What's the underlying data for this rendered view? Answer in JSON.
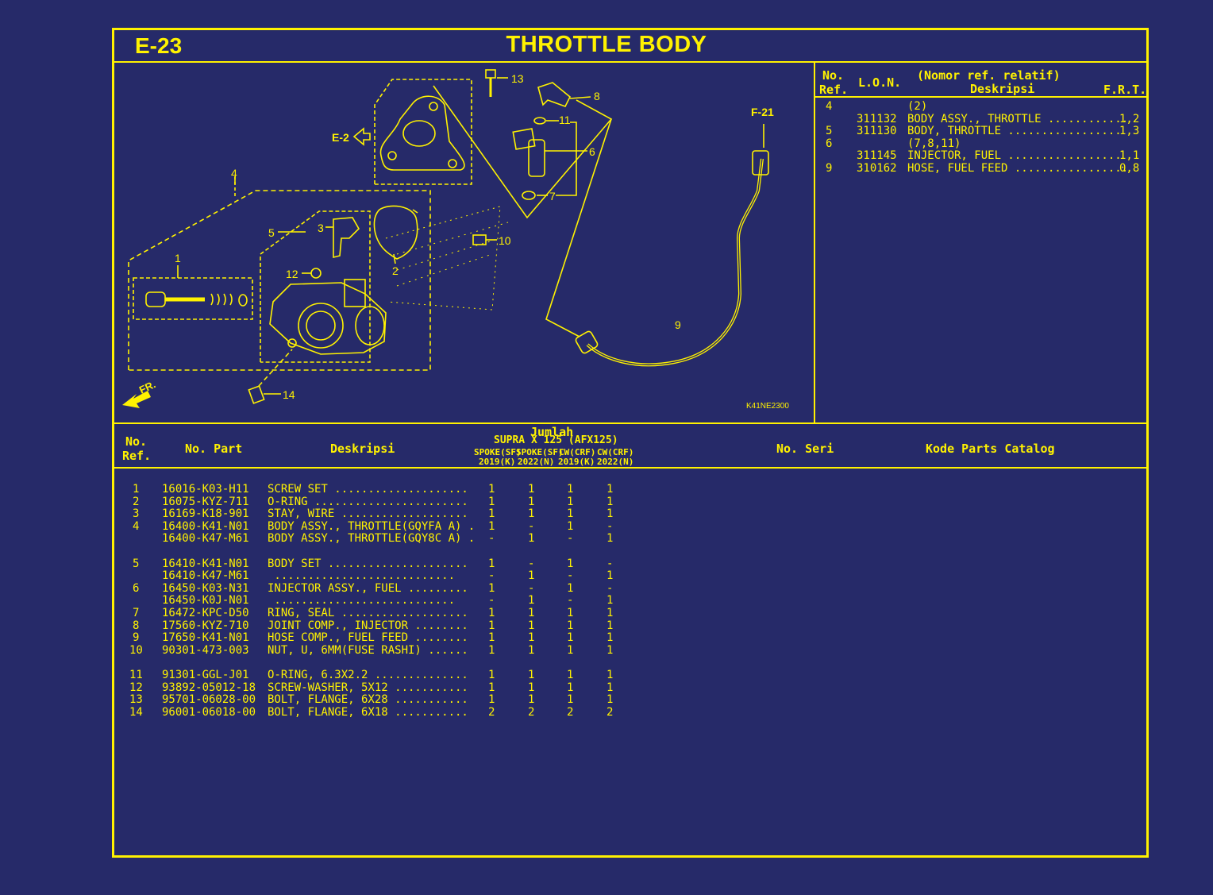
{
  "page_code": "E-23",
  "page_title": "THROTTLE BODY",
  "diagram": {
    "ref_labels": [
      "1",
      "2",
      "3",
      "4",
      "5",
      "6",
      "7",
      "8",
      "9",
      "10",
      "11",
      "12",
      "13",
      "14"
    ],
    "callouts": {
      "e2": "E-2",
      "f21": "F-21",
      "fr": "FR."
    },
    "drawing_code": "K41NE2300"
  },
  "frt_table": {
    "headers": {
      "no_ref_1": "No.",
      "no_ref_2": "Ref.",
      "lon": "L.O.N.",
      "desc_1": "(Nomor ref. relatif)",
      "desc_2": "Deskripsi",
      "frt": "F.R.T."
    },
    "rows": [
      {
        "ref": "4",
        "lon": "",
        "desc": "(2)",
        "frt": ""
      },
      {
        "ref": "",
        "lon": "311132",
        "desc": "BODY ASSY., THROTTLE ............",
        "frt": "1,2"
      },
      {
        "ref": "5",
        "lon": "311130",
        "desc": "BODY, THROTTLE .................",
        "frt": "1,3"
      },
      {
        "ref": "6",
        "lon": "",
        "desc": "(7,8,11)",
        "frt": ""
      },
      {
        "ref": "",
        "lon": "311145",
        "desc": "INJECTOR, FUEL .................",
        "frt": "1,1"
      },
      {
        "ref": "9",
        "lon": "310162",
        "desc": "HOSE, FUEL FEED .................",
        "frt": "0,8"
      }
    ]
  },
  "parts_table": {
    "headers": {
      "no_ref_1": "No.",
      "no_ref_2": "Ref.",
      "part": "No. Part",
      "desc": "Deskripsi",
      "jumlah": "Jumlah",
      "model": "SUPRA X 125 (AFX125)",
      "variants": [
        "SPOKE(SF)",
        "SPOKE(SF)",
        "CW(CRF)",
        "CW(CRF)"
      ],
      "years": [
        "2019(K)",
        "2022(N)",
        "2019(K)",
        "2022(N)"
      ],
      "seri": "No. Seri",
      "kode": "Kode Parts Catalog"
    },
    "rows": [
      {
        "ref": "1",
        "part": "16016-K03-H11",
        "desc": "SCREW SET ....................",
        "q": [
          "1",
          "1",
          "1",
          "1"
        ]
      },
      {
        "ref": "2",
        "part": "16075-KYZ-711",
        "desc": "O-RING .......................",
        "q": [
          "1",
          "1",
          "1",
          "1"
        ]
      },
      {
        "ref": "3",
        "part": "16169-K18-901",
        "desc": "STAY, WIRE ...................",
        "q": [
          "1",
          "1",
          "1",
          "1"
        ]
      },
      {
        "ref": "4",
        "part": "16400-K41-N01",
        "desc": "BODY ASSY., THROTTLE(GQYFA A) .",
        "q": [
          "1",
          "-",
          "1",
          "-"
        ]
      },
      {
        "ref": "",
        "part": "16400-K47-M61",
        "desc": "BODY ASSY., THROTTLE(GQY8C A) .",
        "q": [
          "-",
          "1",
          "-",
          "1"
        ]
      },
      {
        "ref": "5",
        "part": "16410-K41-N01",
        "desc": "BODY SET .....................",
        "q": [
          "1",
          "-",
          "1",
          "-"
        ]
      },
      {
        "ref": "",
        "part": "16410-K47-M61",
        "desc": " ...........................",
        "q": [
          "-",
          "1",
          "-",
          "1"
        ]
      },
      {
        "ref": "6",
        "part": "16450-K03-N31",
        "desc": "INJECTOR ASSY., FUEL .........",
        "q": [
          "1",
          "-",
          "1",
          "-"
        ]
      },
      {
        "ref": "",
        "part": "16450-K0J-N01",
        "desc": " ...........................",
        "q": [
          "-",
          "1",
          "-",
          "1"
        ]
      },
      {
        "ref": "7",
        "part": "16472-KPC-D50",
        "desc": "RING, SEAL ...................",
        "q": [
          "1",
          "1",
          "1",
          "1"
        ]
      },
      {
        "ref": "8",
        "part": "17560-KYZ-710",
        "desc": "JOINT COMP., INJECTOR ........",
        "q": [
          "1",
          "1",
          "1",
          "1"
        ]
      },
      {
        "ref": "9",
        "part": "17650-K41-N01",
        "desc": "HOSE COMP., FUEL FEED ........",
        "q": [
          "1",
          "1",
          "1",
          "1"
        ]
      },
      {
        "ref": "10",
        "part": "90301-473-003",
        "desc": "NUT, U, 6MM(FUSE RASHI) ......",
        "q": [
          "1",
          "1",
          "1",
          "1"
        ]
      },
      {
        "ref": "11",
        "part": "91301-GGL-J01",
        "desc": "O-RING, 6.3X2.2 ..............",
        "q": [
          "1",
          "1",
          "1",
          "1"
        ]
      },
      {
        "ref": "12",
        "part": "93892-05012-18",
        "desc": "SCREW-WASHER, 5X12 ...........",
        "q": [
          "1",
          "1",
          "1",
          "1"
        ]
      },
      {
        "ref": "13",
        "part": "95701-06028-00",
        "desc": "BOLT, FLANGE, 6X28 ...........",
        "q": [
          "1",
          "1",
          "1",
          "1"
        ]
      },
      {
        "ref": "14",
        "part": "96001-06018-00",
        "desc": "BOLT, FLANGE, 6X18 ...........",
        "q": [
          "2",
          "2",
          "2",
          "2"
        ]
      }
    ]
  }
}
